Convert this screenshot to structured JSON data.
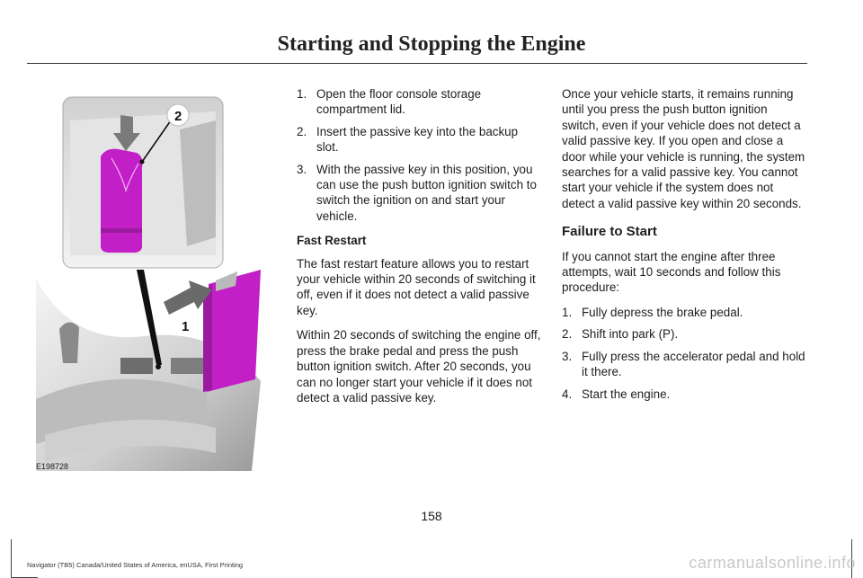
{
  "header": {
    "title": "Starting and Stopping the Engine"
  },
  "figure": {
    "code": "E198728",
    "callout_1": "1",
    "callout_2": "2"
  },
  "middle_column": {
    "steps": [
      {
        "num": "1.",
        "text": "Open the floor console storage compartment lid."
      },
      {
        "num": "2.",
        "text": "Insert the passive key into the backup slot."
      },
      {
        "num": "3.",
        "text": "With the passive key in this position, you can use the push button ignition switch to switch the ignition on and start your vehicle."
      }
    ],
    "subheading": "Fast Restart",
    "paragraphs": [
      "The fast restart feature allows you to restart your vehicle within 20 seconds of switching it off, even if it does not detect a valid passive key.",
      "Within 20 seconds of switching the engine off, press the brake pedal and press the push button ignition switch. After 20 seconds, you can no longer start your vehicle if it does not detect a valid passive key."
    ]
  },
  "right_column": {
    "intro": "Once your vehicle starts, it remains running until you press the push button ignition switch, even if your vehicle does not detect a valid passive key. If you open and close a door while your vehicle is running, the system searches for a valid passive key. You cannot start your vehicle if the system does not detect a valid passive key within 20 seconds.",
    "heading": "Failure to Start",
    "paragraph": "If you cannot start the engine after three attempts, wait 10 seconds and follow this procedure:",
    "steps": [
      {
        "num": "1.",
        "text": "Fully depress the brake pedal."
      },
      {
        "num": "2.",
        "text": "Shift into park (P)."
      },
      {
        "num": "3.",
        "text": "Fully press the accelerator pedal and hold it there."
      },
      {
        "num": "4.",
        "text": "Start the engine."
      }
    ]
  },
  "page_number": "158",
  "footer": {
    "text": "Navigator (TB5) Canada/United States of America, enUSA, First Printing"
  },
  "watermark": "carmanualsonline.info",
  "colors": {
    "accent": "#c21fc6",
    "text": "#1e1e1e"
  }
}
